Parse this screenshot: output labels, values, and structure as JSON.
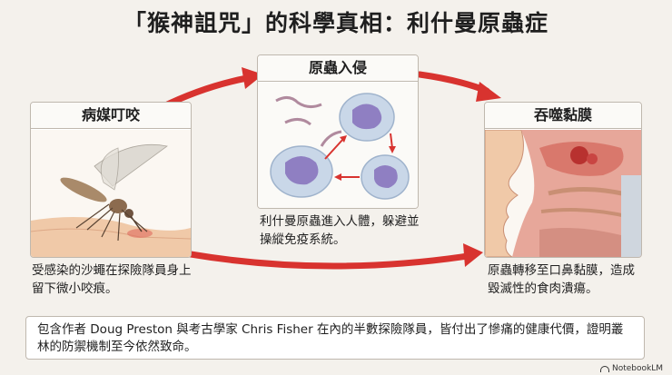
{
  "title": "「猴神詛咒」的科學真相：利什曼原蟲症",
  "panels": {
    "bite": {
      "heading": "病媒叮咬",
      "caption": "受感染的沙蠅在探險隊員身上留下微小咬痕。"
    },
    "invasion": {
      "heading": "原蟲入侵",
      "caption": "利什曼原蟲進入人體，躲避並操縱免疫系統。"
    },
    "mucosa": {
      "heading": "吞噬黏膜",
      "caption": "原蟲轉移至口鼻黏膜，造成毀滅性的食肉潰瘍。"
    }
  },
  "note": "包含作者 Doug Preston 與考古學家 Chris Fisher 在內的半數探險隊員，皆付出了慘痛的健康代價，證明叢林的防禦機制至今依然致命。",
  "brand": "NotebookLM",
  "colors": {
    "arrow": "#d8332f",
    "skin": "#f0c9a8",
    "cell": "#c9d7e8",
    "nucleus": "#8f7fc2",
    "tissue": "#e7a79a"
  }
}
